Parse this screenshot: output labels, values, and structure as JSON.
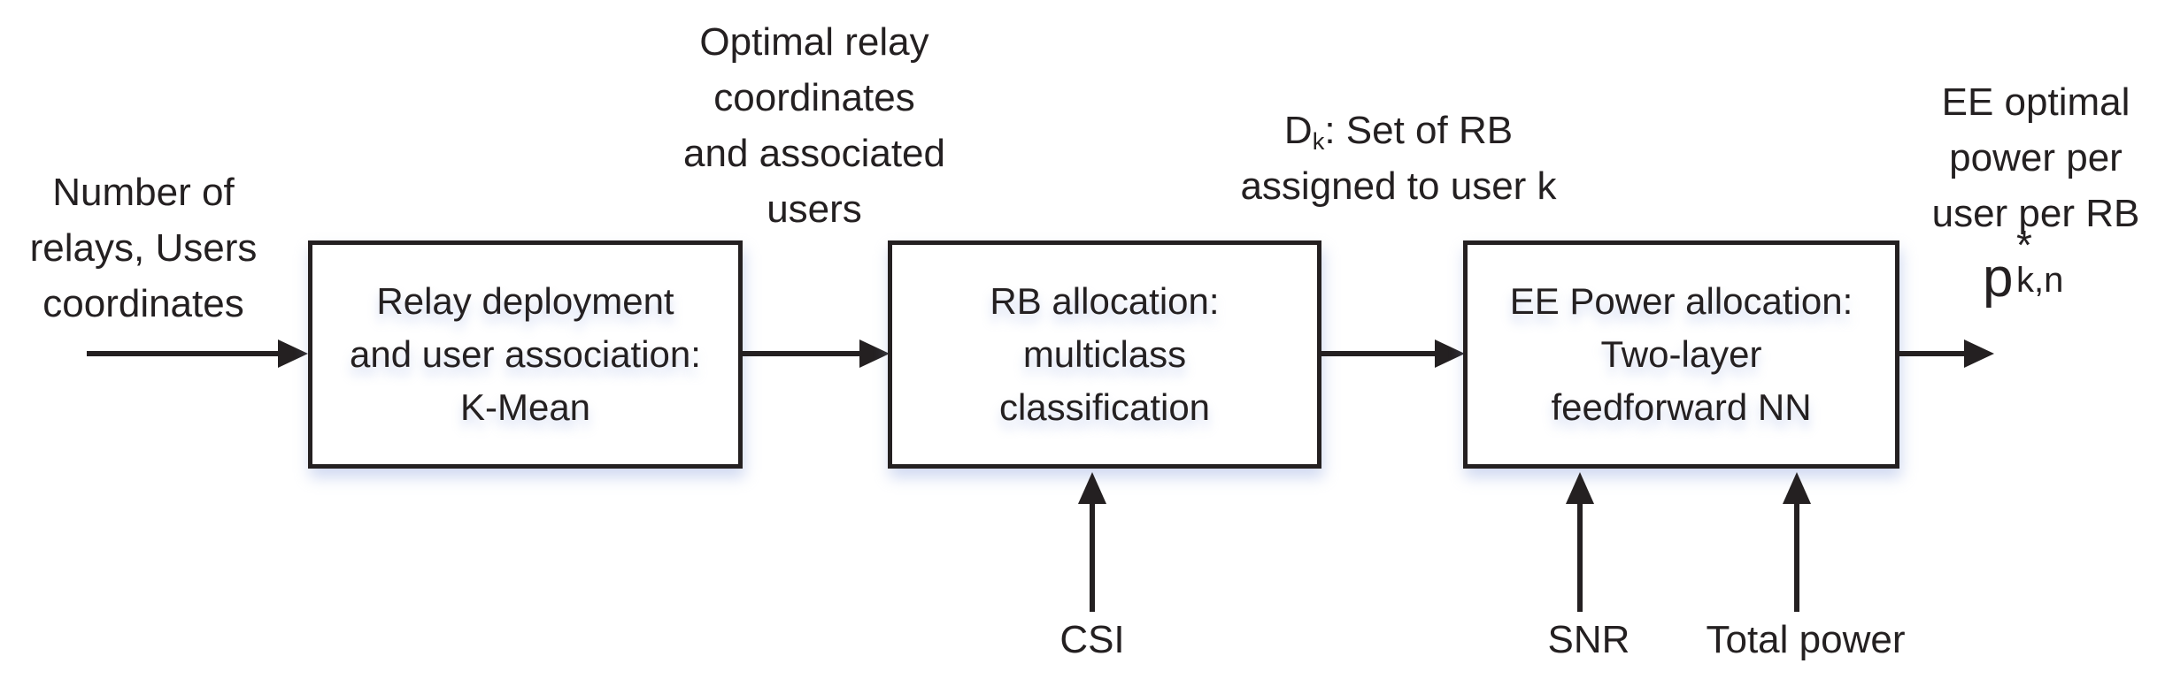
{
  "colors": {
    "ink": "#242021",
    "background": "#ffffff"
  },
  "input_label": {
    "lines": [
      "Number of",
      "relays, Users",
      "coordinates"
    ]
  },
  "boxes": [
    {
      "id": "relay-deployment",
      "lines": [
        "Relay deployment",
        "and user association:",
        "K-Mean"
      ]
    },
    {
      "id": "rb-allocation",
      "lines": [
        "RB allocation:",
        "multiclass",
        "classification"
      ]
    },
    {
      "id": "ee-power-allocation",
      "lines": [
        "EE Power allocation:",
        "Two-layer",
        "feedforward NN"
      ]
    }
  ],
  "edge_labels": {
    "optimal_relay": {
      "lines": [
        "Optimal relay",
        "coordinates",
        "and associated",
        "users"
      ]
    },
    "dk": {
      "base": "D",
      "sub": "k",
      "rest": ": Set of RB",
      "line2": "assigned to user k"
    }
  },
  "bottom_inputs": {
    "csi": "CSI",
    "snr": "SNR",
    "total_power": "Total power"
  },
  "output_label": {
    "lines": [
      "EE optimal",
      "power per",
      "user per RB"
    ],
    "formula": {
      "base": "p",
      "sup": "*",
      "sub": "k,n"
    }
  }
}
